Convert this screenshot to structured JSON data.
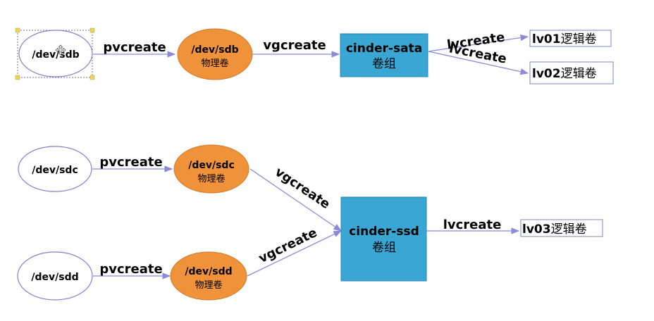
{
  "colors": {
    "disk_border": "#8080d0",
    "pv_fill": "#f0923a",
    "vg_fill": "#3aa6d4",
    "arrow": "#8a8ad8",
    "lv_border": "#7a86c0"
  },
  "disks": {
    "sdb": "/dev/sdb",
    "sdc": "/dev/sdc",
    "sdd": "/dev/sdd"
  },
  "pvs": {
    "sdb": {
      "name": "/dev/sdb",
      "sub": "物理卷"
    },
    "sdc": {
      "name": "/dev/sdc",
      "sub": "物理卷"
    },
    "sdd": {
      "name": "/dev/sdd",
      "sub": "物理卷"
    }
  },
  "vgs": {
    "sata": {
      "name": "cinder-sata",
      "sub": "卷组"
    },
    "ssd": {
      "name": "cinder-ssd",
      "sub": "卷组"
    }
  },
  "lvs": {
    "lv01": {
      "code": "lv01",
      "cn": "逻辑卷"
    },
    "lv02": {
      "code": "lv02",
      "cn": "逻辑卷"
    },
    "lv03": {
      "code": "lv03",
      "cn": "逻辑卷"
    }
  },
  "edges": {
    "pvcreate_sdb": "pvcreate",
    "pvcreate_sdc": "pvcreate",
    "pvcreate_sdd": "pvcreate",
    "vgcreate_sdb": "vgcreate",
    "vgcreate_sdc": "vgcreate",
    "vgcreate_sdd": "vgcreate",
    "lvcreate_lv01": "lvcreate",
    "lvcreate_lv02": "lvcreate",
    "lvcreate_lv03": "lvcreate"
  },
  "selection_icon": "move-cursor-icon"
}
